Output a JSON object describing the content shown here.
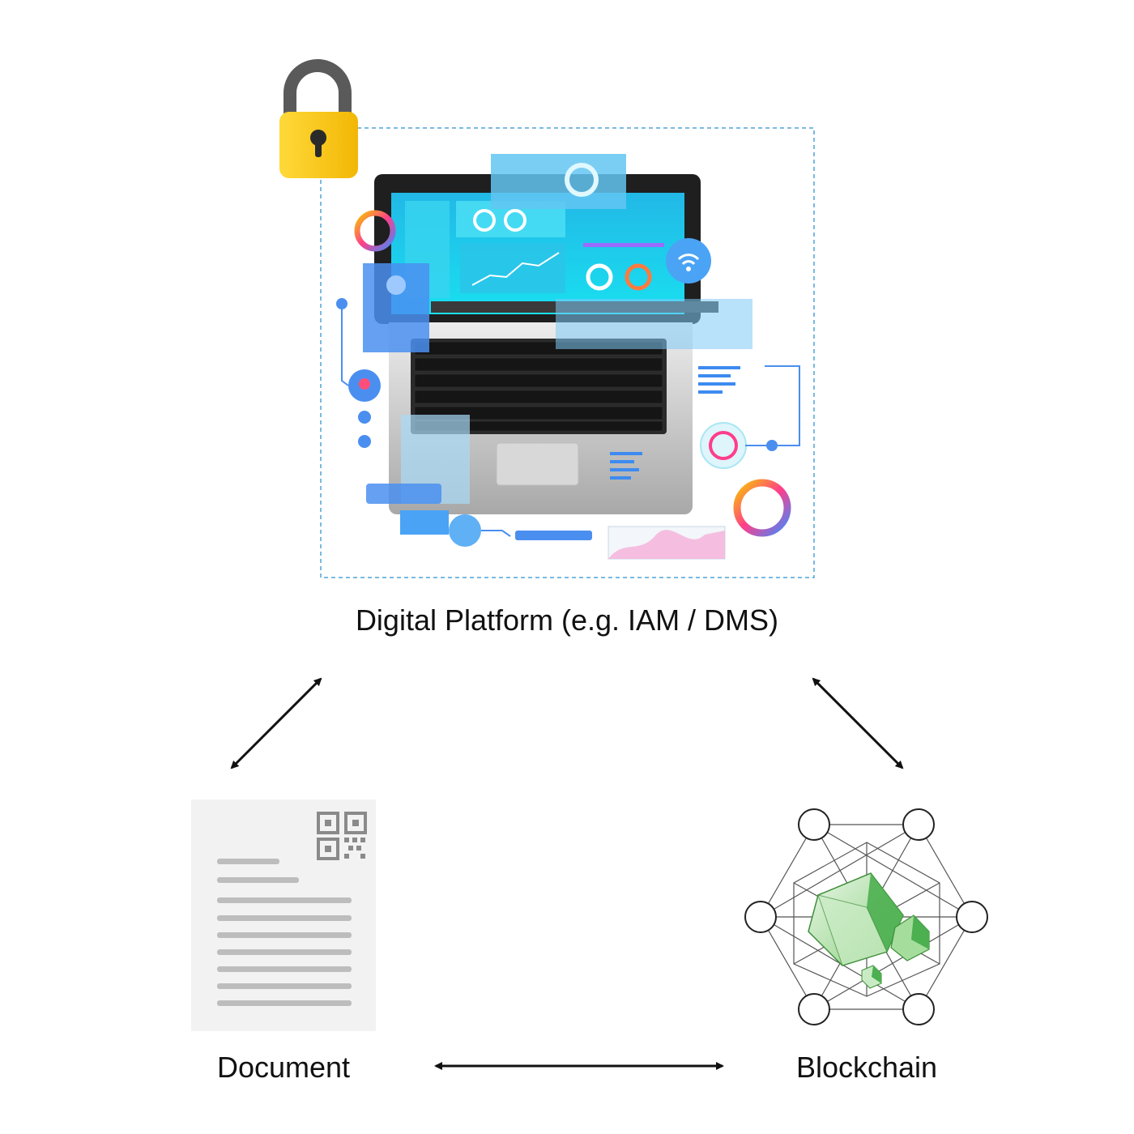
{
  "nodes": {
    "platform": {
      "label": "Digital Platform (e.g. IAM / DMS)"
    },
    "document": {
      "label": "Document"
    },
    "blockchain": {
      "label": "Blockchain"
    }
  },
  "edges": [
    {
      "from": "platform",
      "to": "document",
      "direction": "bidirectional"
    },
    {
      "from": "platform",
      "to": "blockchain",
      "direction": "bidirectional"
    },
    {
      "from": "document",
      "to": "blockchain",
      "direction": "bidirectional"
    }
  ],
  "colors": {
    "lock_body": "#F5C518",
    "lock_shackle": "#5A5A5A",
    "frame_dashed": "#4FA3D9",
    "screen": "#2EC7E8",
    "cube_green": "#4CAF50",
    "document_bg": "#F2F2F2",
    "document_lines": "#BDBDBD"
  }
}
